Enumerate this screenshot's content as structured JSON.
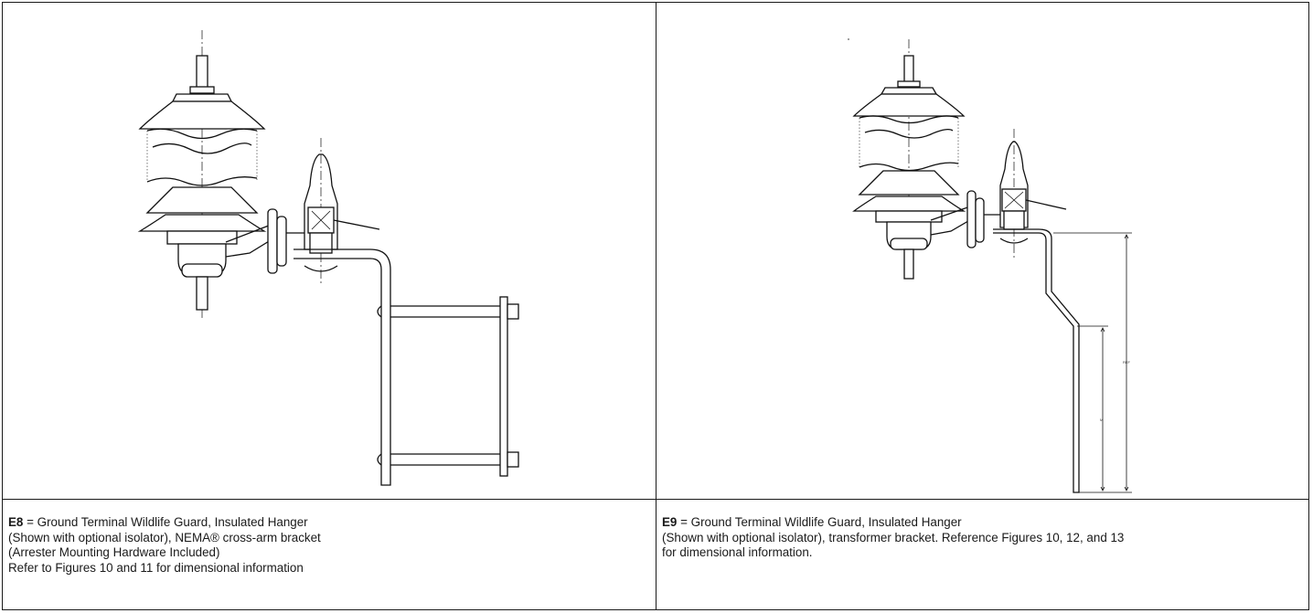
{
  "left_panel": {
    "code": "E8",
    "rest_of_first_line": " = Ground Terminal Wildlife Guard, Insulated Hanger",
    "lines": [
      "(Shown with optional isolator), NEMA® cross-arm bracket",
      "(Arrester Mounting Hardware Included)",
      "Refer to Figures 10 and 11 for dimensional information"
    ]
  },
  "right_panel": {
    "code": "E9",
    "rest_of_first_line": " = Ground Terminal Wildlife Guard, Insulated Hanger",
    "lines": [
      "(Shown with optional isolator), transformer bracket. Reference Figures 10, 12, and 13",
      "for dimensional information."
    ],
    "dim_label_overall": "REF",
    "dim_label_lower": "M"
  }
}
